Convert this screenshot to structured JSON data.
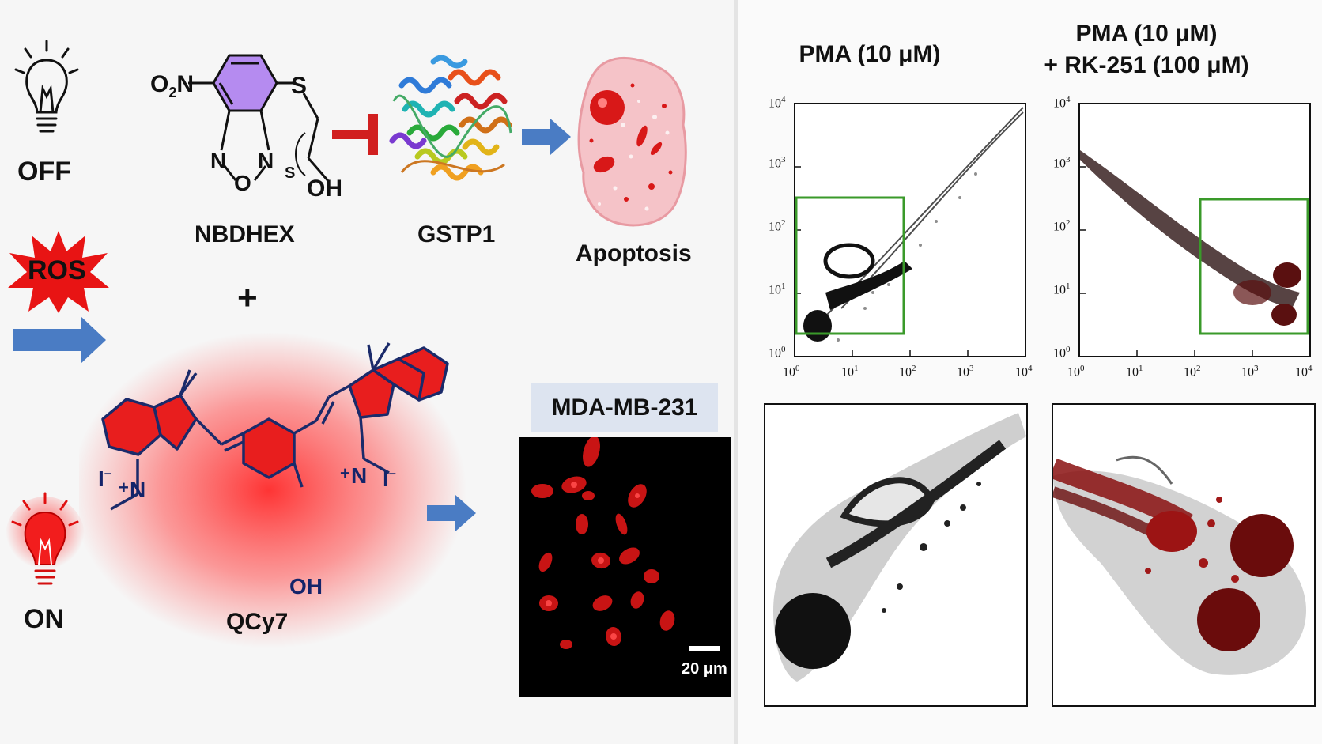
{
  "left": {
    "state_off": "OFF",
    "state_on": "ON",
    "ros": "ROS",
    "nbdhex": {
      "name": "NBDHEX",
      "no2_main": "O",
      "no2_sub": "2",
      "no2_tail": "N",
      "atom_s1": "S",
      "atom_n1": "N",
      "atom_n2": "N",
      "atom_o": "O",
      "atom_s2": "S",
      "atom_oh": "OH"
    },
    "gstp1": "GSTP1",
    "apoptosis": "Apoptosis",
    "plus": "+",
    "qcy7": {
      "name": "QCy7",
      "atom_i1": "I",
      "charge_minus1": "−",
      "charge_plus1": "+",
      "atom_n1": "N",
      "atom_n2": "N",
      "charge_plus2": "+",
      "atom_i2": "I",
      "charge_minus2": "−",
      "atom_oh": "OH"
    },
    "cell_line": "MDA-MB-231",
    "scale_bar": "20 μm"
  },
  "right": {
    "plot1_title": "PMA (10 μM)",
    "plot2_title_line1": "PMA (10 μM)",
    "plot2_title_line2": "+ RK-251 (100 μM)",
    "tick_base": "10",
    "ticks": [
      "0",
      "1",
      "2",
      "3",
      "4"
    ]
  },
  "colors": {
    "nbd_ring": "#b58bf0",
    "inhibit": "#d11f1f",
    "arrow": "#4a7cc4",
    "qcy7_glow": "#ff2a2a",
    "ros_burst": "#e81414",
    "gate": "#3a9a2a"
  }
}
